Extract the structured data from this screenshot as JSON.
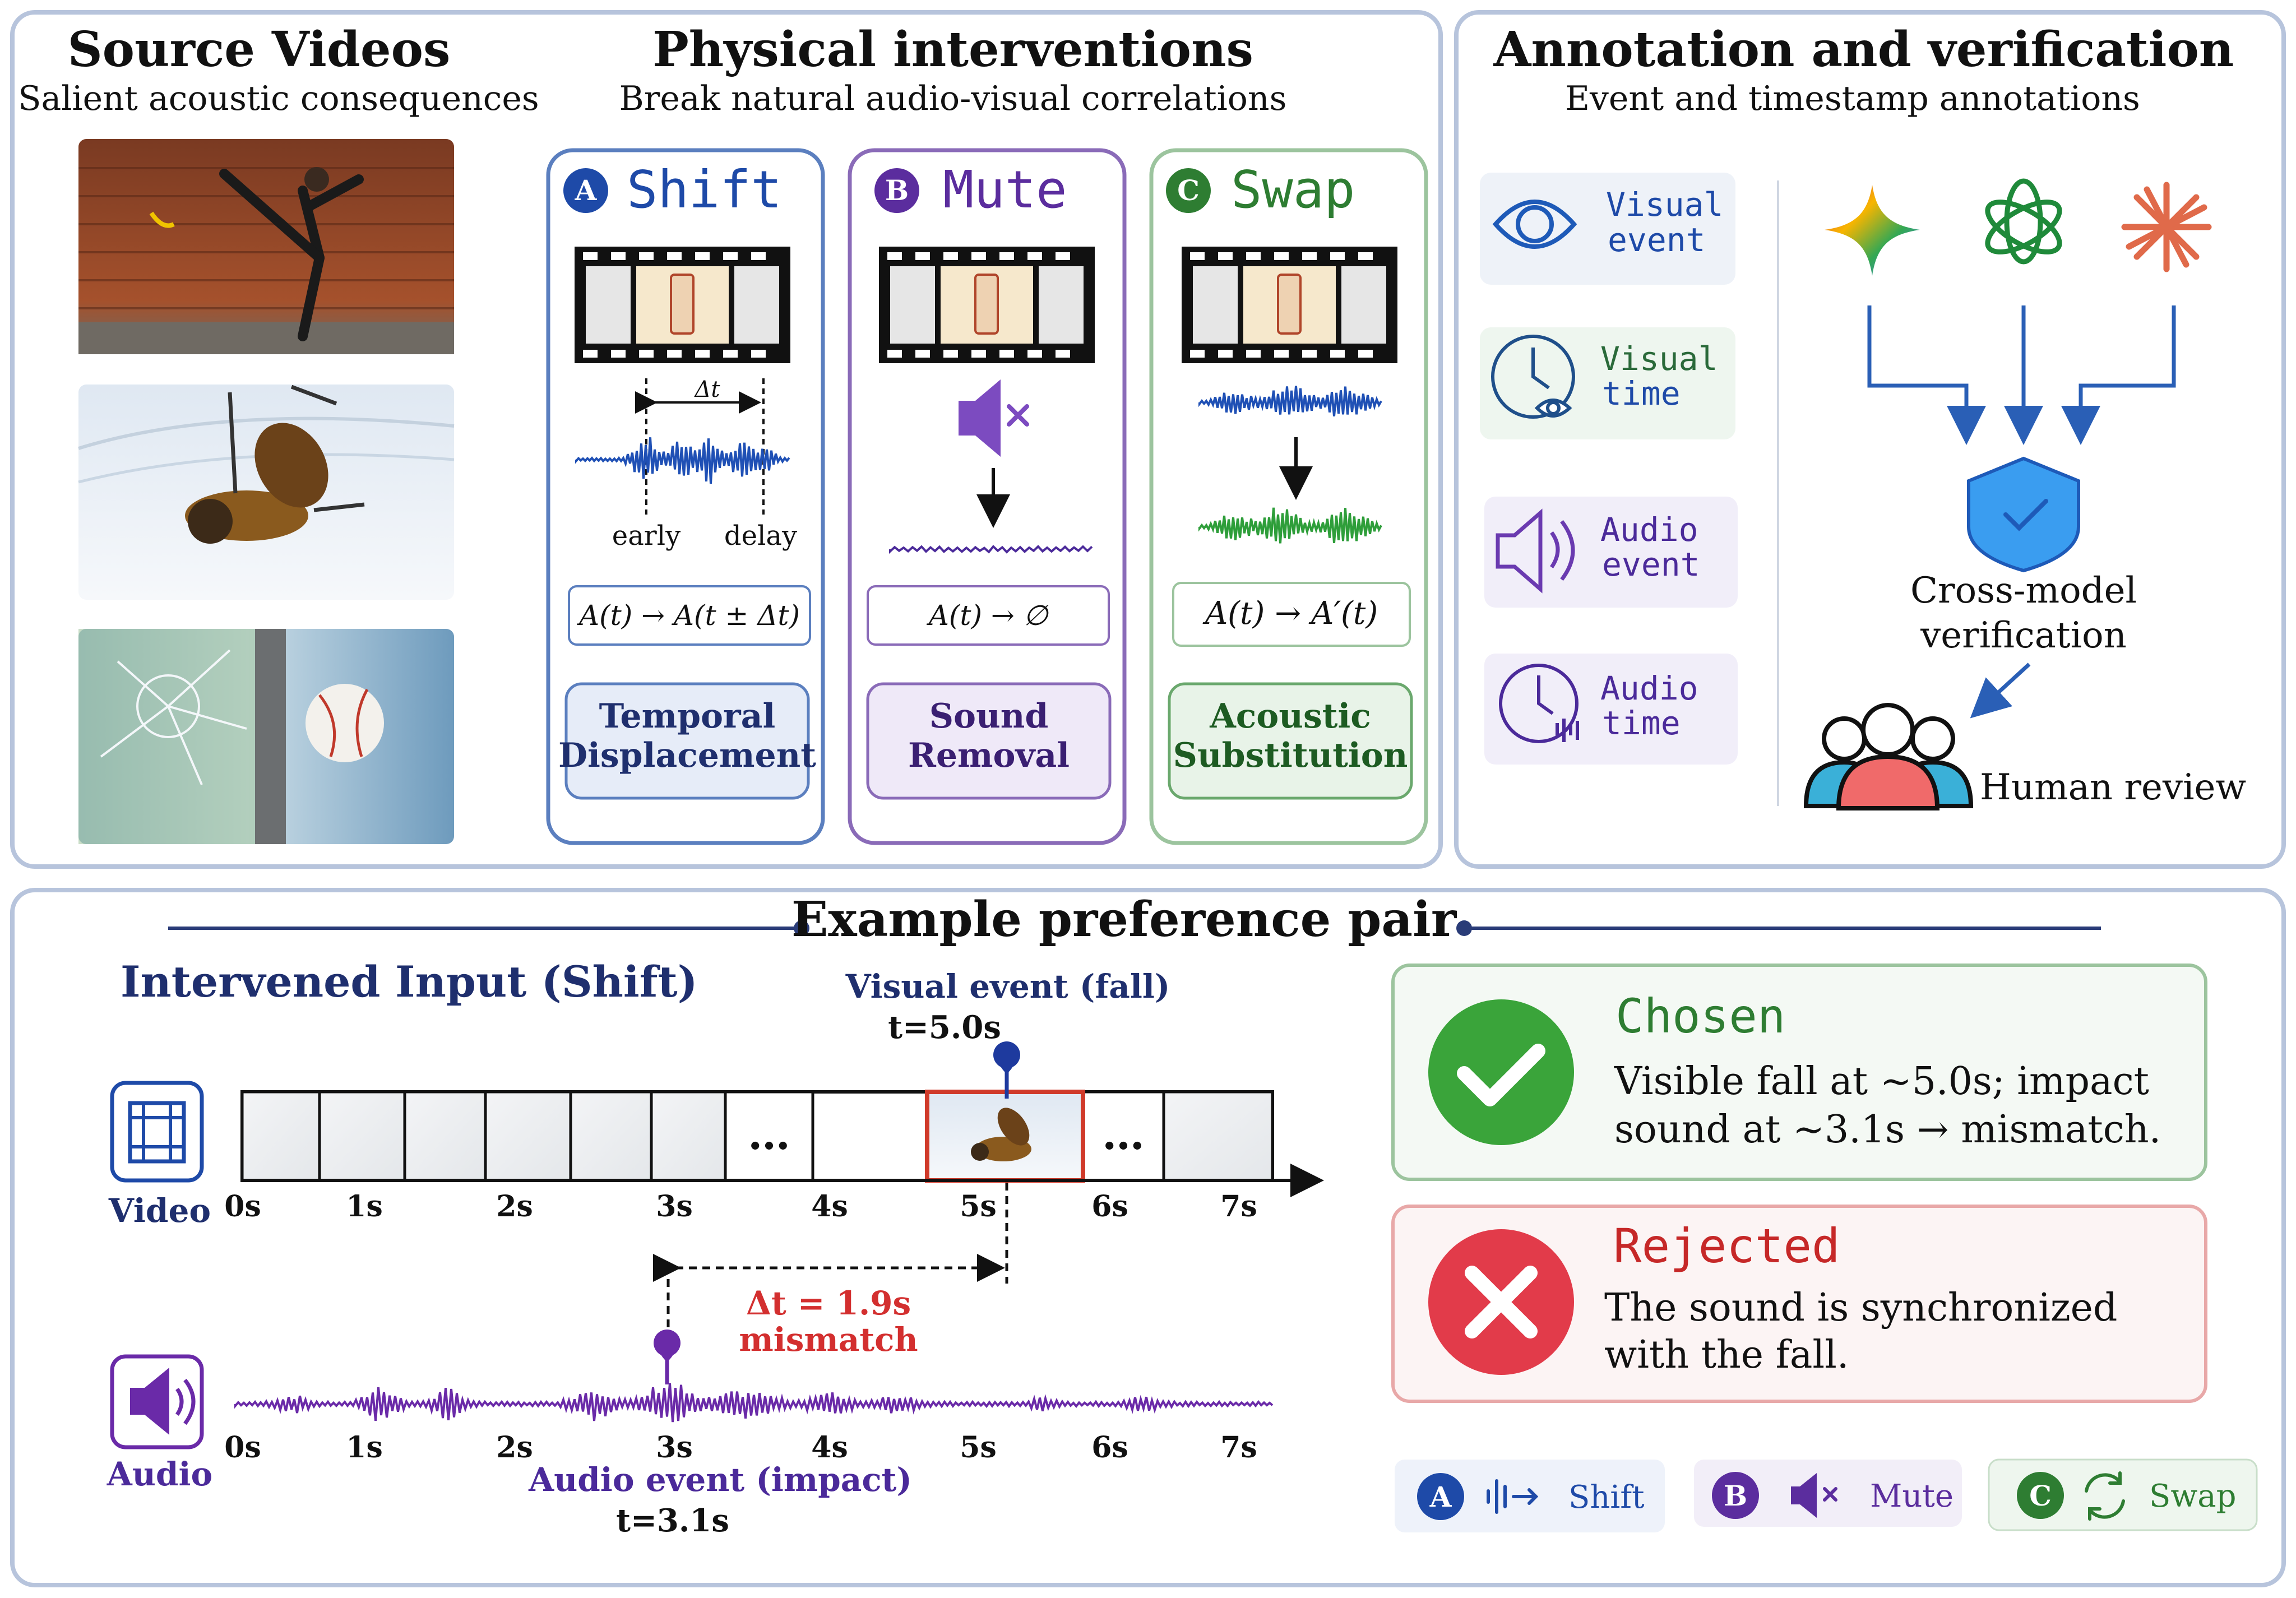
{
  "colors": {
    "panel_border": "#b7c4dc",
    "navy": "#1f2f6e",
    "shift": "#1e4aa8",
    "mute": "#5b2d9e",
    "swap": "#2e7d32",
    "red": "#d32f2f",
    "waveform_blue": "#1f50b5",
    "waveform_green": "#2e9e3a",
    "waveform_purple": "#6a2aa8"
  },
  "source": {
    "title": "Source Videos",
    "subtitle": "Salient acoustic consequences"
  },
  "interventions": {
    "title": "Physical interventions",
    "subtitle": "Break natural audio-visual correlations",
    "shift": {
      "letter": "A",
      "name": "Shift",
      "delta": "Δt",
      "early": "early",
      "delay": "delay",
      "formula": "A(t) → A(t ± Δt)",
      "label_line1": "Temporal",
      "label_line2": "Displacement"
    },
    "mute": {
      "letter": "B",
      "name": "Mute",
      "formula": "A(t) → ∅",
      "label_line1": "Sound",
      "label_line2": "Removal"
    },
    "swap": {
      "letter": "C",
      "name": "Swap",
      "formula": "A(t) → A′(t)",
      "label_line1": "Acoustic",
      "label_line2": "Substitution"
    }
  },
  "annotation": {
    "title": "Annotation and verification",
    "subtitle": "Event and timestamp annotations",
    "items": [
      {
        "line1": "Visual",
        "line2": "event",
        "icon": "eye-icon"
      },
      {
        "line1": "Visual",
        "line2": "time",
        "icon": "clock-eye-icon"
      },
      {
        "line1": "Audio",
        "line2": "event",
        "icon": "speaker-icon"
      },
      {
        "line1": "Audio",
        "line2": "time",
        "icon": "clock-audio-icon"
      }
    ],
    "cross_line1": "Cross-model",
    "cross_line2": "verification",
    "human_review": "Human review"
  },
  "example": {
    "title": "Example preference pair",
    "intervened_title": "Intervened Input (Shift)",
    "visual_event_label": "Visual event (fall)",
    "visual_event_time": "t=5.0s",
    "video_label": "Video",
    "audio_label": "Audio",
    "ellipsis": "…",
    "ticks": [
      "0s",
      "1s",
      "2s",
      "3s",
      "4s",
      "5s",
      "6s",
      "7s"
    ],
    "delta_line1": "Δt = 1.9s",
    "delta_line2": "mismatch",
    "audio_event_label": "Audio event (impact)",
    "audio_event_time": "t=3.1s",
    "chosen": {
      "title": "Chosen",
      "line1": "Visible fall at ∼5.0s; impact",
      "line2": "sound at ∼3.1s → mismatch."
    },
    "rejected": {
      "title": "Rejected",
      "line1": "The sound is synchronized",
      "line2": "with the fall."
    },
    "legend": [
      {
        "letter": "A",
        "label": "Shift"
      },
      {
        "letter": "B",
        "label": "Mute"
      },
      {
        "letter": "C",
        "label": "Swap"
      }
    ]
  }
}
